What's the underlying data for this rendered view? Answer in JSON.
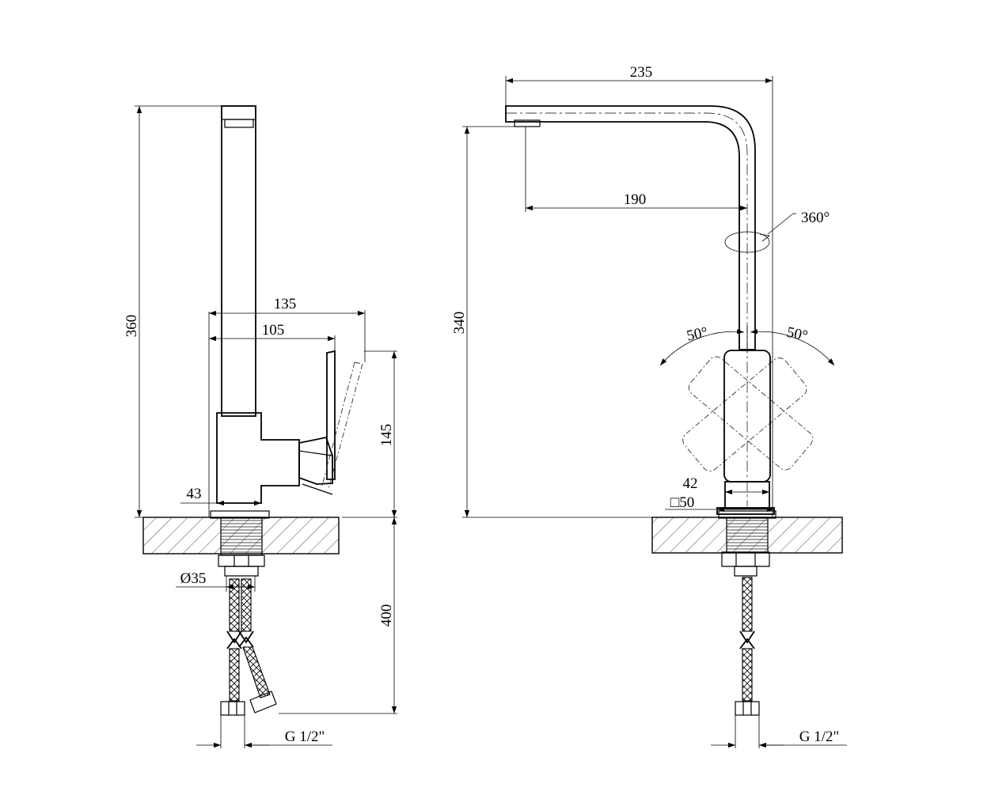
{
  "side_view": {
    "total_height": "360",
    "spout_reach": "135",
    "lever_reach": "105",
    "lever_height": "145",
    "body_width": "43",
    "thread_diameter": "Ø35",
    "hose_length": "400",
    "connection_thread": "G 1/2\""
  },
  "front_view": {
    "spout_length": "235",
    "spout_offset": "190",
    "rotation": "360°",
    "spout_height": "340",
    "lever_angle_left": "50°",
    "lever_angle_right": "50°",
    "body_width": "42",
    "base_square": "□50",
    "connection_thread": "G 1/2\""
  }
}
